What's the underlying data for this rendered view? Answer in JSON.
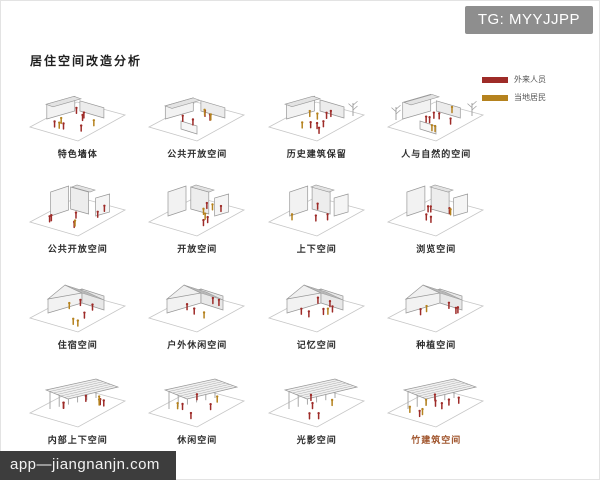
{
  "badge": {
    "text": "TG: MYYJJPP"
  },
  "title": "居住空间改造分析",
  "legend": {
    "items": [
      {
        "label": "外来人员",
        "color": "#9e2b28"
      },
      {
        "label": "当地居民",
        "color": "#b5821e"
      }
    ]
  },
  "grid": {
    "items": [
      {
        "label": "特色墙体"
      },
      {
        "label": "公共开放空间"
      },
      {
        "label": "历史建筑保留"
      },
      {
        "label": "人与自然的空间"
      },
      {
        "label": "公共开放空间"
      },
      {
        "label": "开放空间"
      },
      {
        "label": "上下空间"
      },
      {
        "label": "浏览空间"
      },
      {
        "label": "住宿空间"
      },
      {
        "label": "户外休闲空间"
      },
      {
        "label": "记忆空间"
      },
      {
        "label": "种植空间"
      },
      {
        "label": "内部上下空间"
      },
      {
        "label": "休闲空间"
      },
      {
        "label": "光影空间"
      },
      {
        "label": "竹建筑空间",
        "highlight": true
      }
    ]
  },
  "watermark": {
    "text": "app—jiangnanjn.com"
  },
  "colors": {
    "figure_red": "#9e2b28",
    "figure_orange": "#b5821e",
    "highlight_label": "#a0542c"
  }
}
